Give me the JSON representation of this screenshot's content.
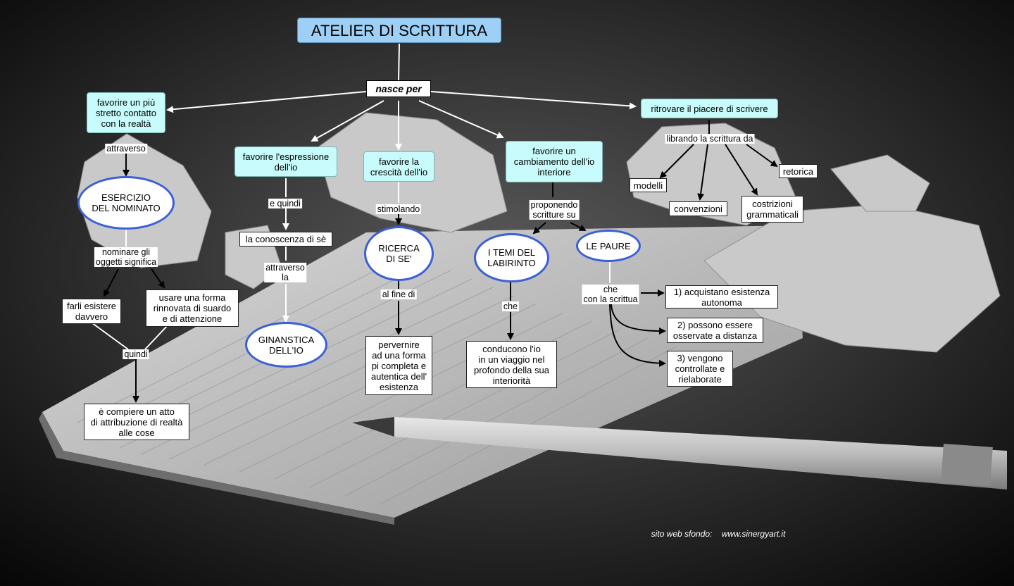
{
  "title": "ATELIER DI SCRITTURA",
  "root_link": "nasce per",
  "nodes": {
    "contatto": "favorire un più\nstretto contatto\ncon la realtà",
    "espressione": "favorire l'espressione\ndell'io",
    "crescita": "favorire la\ncrescità dell'io",
    "cambiamento": "favorire un\ncambiamento dell'io\ninteriore",
    "piacere": "ritrovare il piacere di scrivere",
    "esercizio": "ESERCIZIO\nDEL NOMINATO",
    "farli": "farli esistere\ndavvero",
    "usare": "usare una forma\nrinnovata di suardo\ne di attenzione",
    "compiere": "è compiere un atto\ndi attribuzione di realtà\nalle cose",
    "conoscenza": "la conoscenza di sè",
    "ginnastica": "GINANSTICA\nDELL'IO",
    "ricerca": "RICERCA\nDI SE'",
    "pervenire": "pervernire\nad una forma\npi completa e\nautentica dell'\nesistenza",
    "temi": "I TEMI DEL\nLABIRINTO",
    "conducono": "conducono l'io\nin un viaggio nel\nprofondo della sua\ninteriorità",
    "paure": "LE PAURE",
    "p1": "1) acquistano esistenza\nautonoma",
    "p2": "2) possono essere\nosservate a distanza",
    "p3": "3) vengono\ncontrollate e\nrielaborate",
    "modelli": "modelli",
    "convenzioni": "convenzioni",
    "costrizioni": "costrizioni\ngrammaticali",
    "retorica": "retorica"
  },
  "link_labels": {
    "attraverso1": "attraverso",
    "nominare": "nominare gli\noggetti significa",
    "quindi": "quindi",
    "equindi": "e quindi",
    "attraverso2": "attraverso\nla",
    "stimolando": "stimolando",
    "alfine": "al fine di",
    "proponendo": "proponendo\nscritture su",
    "che1": "che",
    "che2": "che\ncon la scrittua",
    "librando": "librando la scrittura da"
  },
  "credit": {
    "label": "sito web sfondo:",
    "url": "www.sinergyart.it"
  },
  "colors": {
    "title_fill": "#9ed0f5",
    "concept_fill": "#c8fbfb",
    "oval_border": "#3b5fd6"
  }
}
